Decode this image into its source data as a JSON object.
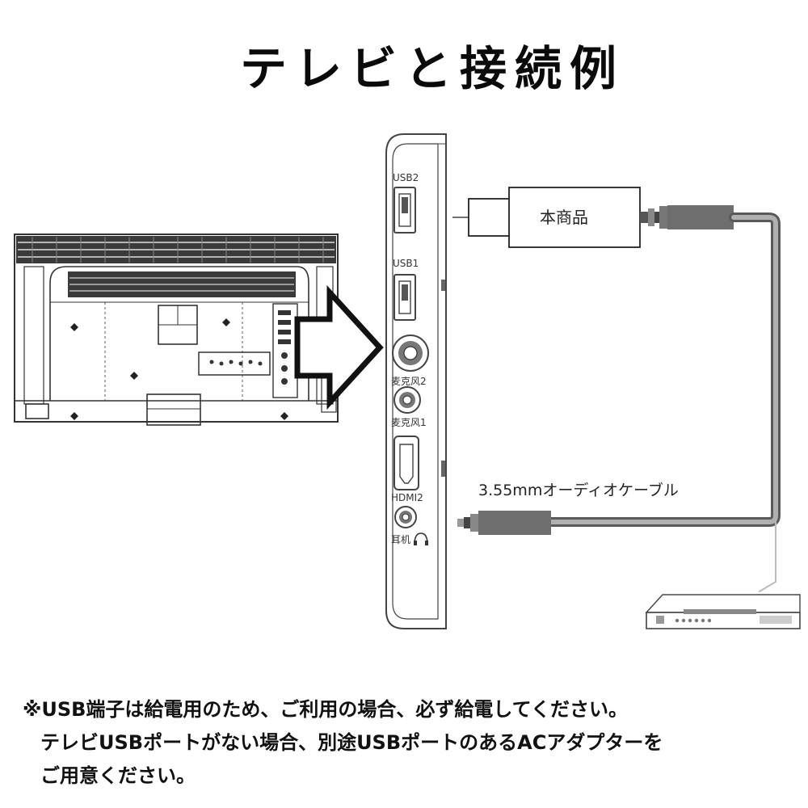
{
  "title": "テレビと接続例",
  "ports": {
    "usb2": "USB2",
    "usb1": "USB1",
    "mic2": "麦克风2",
    "mic1": "麦克风1",
    "hdmi2": "HDMI2",
    "earphone": "耳机"
  },
  "product_label": "本商品",
  "cable_label": "3.55mmオーディオケーブル",
  "note": {
    "line1": "※USB端子は給電用のため、ご利用の場合、必ず給電してください。",
    "line2": "テレビUSBポートがない場合、別途USBポートのあるACアダプターを",
    "line3": "ご用意ください。"
  },
  "icons": [
    "tv-back-icon",
    "arrow-right-icon",
    "headphone-icon",
    "dvd-player-icon"
  ]
}
